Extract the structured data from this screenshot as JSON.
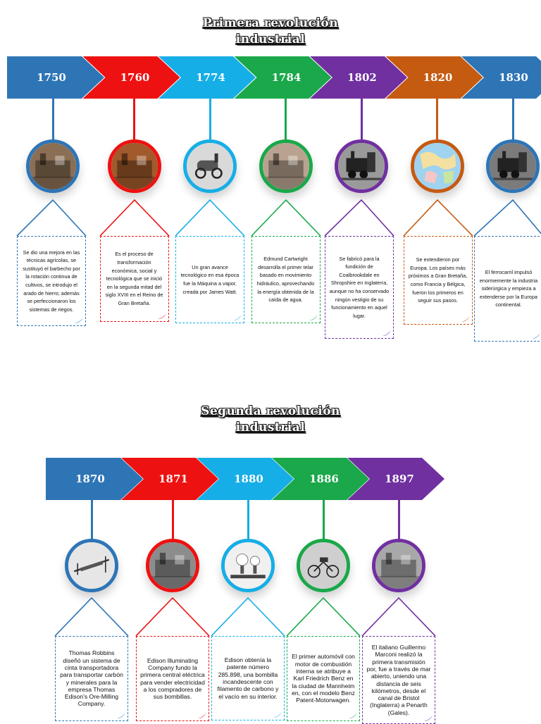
{
  "sections": [
    {
      "title_line1": "Primera revolución",
      "title_line2": "industrial",
      "events": [
        {
          "year": "1750",
          "color": "#2e75b6",
          "icon": "agricultural-workshop-photo-icon",
          "text": "Se dio una mejora en las técnicas agrícolas, se sustituyó el barbecho por la rotación continua de cultivos, se introdujo el arado de hierro; además se perfeccionaron los sistemas de riegos."
        },
        {
          "year": "1760",
          "color": "#ee1111",
          "icon": "factory-photo-icon",
          "text": "Es el proceso de transformación económica, social y tecnológica que se inició en la segunda mitad del siglo XVIII en el Reino de Gran Bretaña."
        },
        {
          "year": "1774",
          "color": "#16aee6",
          "icon": "steam-engine-photo-icon",
          "text": "Un gran avance tecnológico en esa época fue la Máquina a vapor, creada por James Watt."
        },
        {
          "year": "1784",
          "color": "#1aa84a",
          "icon": "power-loom-photo-icon",
          "text": "Edmund Cartwright desarrolla el primer telar basado en movimiento hidráulico, aprovechando la energía obtenida de la caída de agua."
        },
        {
          "year": "1802",
          "color": "#7030a0",
          "icon": "locomotive-photo-icon",
          "text": "Se fabricó para la fundición de Coalbrookdale en Shropshire en Inglaterra, aunque no ha conservado ningún vestigio de su funcionamiento en aquel lugar."
        },
        {
          "year": "1820",
          "color": "#c55a11",
          "icon": "map-photo-icon",
          "text": "Se extendieron por Europa. Los países más próximos a Gran Bretaña, como Francia y Bélgica, fueron los primeros en seguir sus pasos."
        },
        {
          "year": "1830",
          "color": "#2e75b6",
          "icon": "railway-train-photo-icon",
          "text": "El ferrocarril impulsó enormemente la industria siderúrgica y empieza a extenderse por la Europa continental."
        }
      ]
    },
    {
      "title_line1": "Segunda revolución",
      "title_line2": "industrial",
      "events": [
        {
          "year": "1870",
          "color": "#2e75b6",
          "icon": "mining-machine-photo-icon",
          "text": "Thomas Robbins diseñó un sistema de cinta transportadora para transportar carbón y minerales para la empresa Thomas Edison's Ore-Milling Company."
        },
        {
          "year": "1871",
          "color": "#ee1111",
          "icon": "electric-plant-photo-icon",
          "text": "Edison Illuminating Company fundo la primera central eléctrica para vender electricidad a los compradores de sus bombillas."
        },
        {
          "year": "1880",
          "color": "#16aee6",
          "icon": "light-bulb-photo-icon",
          "text": "Edison obtenía la patente número 285.898, una bombilla incandescente con filamento de carbono y el vacío en su interior."
        },
        {
          "year": "1886",
          "color": "#1aa84a",
          "icon": "benz-car-photo-icon",
          "text": "El primer automóvil con motor de combustión interna se atribuye a Karl Friedrich Benz en la ciudad de Mannheim en, con el modelo Benz Patent-Motorwagen."
        },
        {
          "year": "1897",
          "color": "#7030a0",
          "icon": "radio-inventor-photo-icon",
          "text": "El italiano Guillermo Marconi realizó la primera transmisión por, fue a través de mar abierto, uniendo una distancia de seis kilómetros, desde el canal de Bristol (Inglaterra) a Penarth (Gales)."
        }
      ]
    }
  ]
}
